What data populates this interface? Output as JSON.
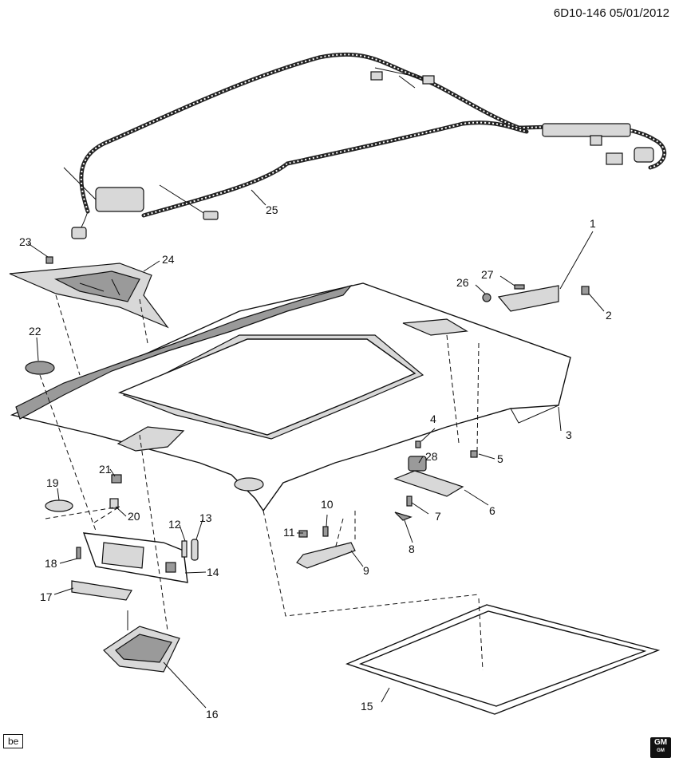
{
  "header": {
    "ref": "6D10-146  05/01/2012"
  },
  "footer": {
    "be_label": "be",
    "logo_line1": "GM",
    "logo_line2": "GM"
  },
  "callouts": [
    {
      "id": "c1",
      "text": "1"
    },
    {
      "id": "c2",
      "text": "2"
    },
    {
      "id": "c3",
      "text": "3"
    },
    {
      "id": "c4",
      "text": "4"
    },
    {
      "id": "c5",
      "text": "5"
    },
    {
      "id": "c6",
      "text": "6"
    },
    {
      "id": "c7",
      "text": "7"
    },
    {
      "id": "c8",
      "text": "8"
    },
    {
      "id": "c9",
      "text": "9"
    },
    {
      "id": "c10",
      "text": "10"
    },
    {
      "id": "c11",
      "text": "11"
    },
    {
      "id": "c12",
      "text": "12"
    },
    {
      "id": "c13",
      "text": "13"
    },
    {
      "id": "c14",
      "text": "14"
    },
    {
      "id": "c15",
      "text": "15"
    },
    {
      "id": "c16",
      "text": "16"
    },
    {
      "id": "c17",
      "text": "17"
    },
    {
      "id": "c18",
      "text": "18"
    },
    {
      "id": "c19",
      "text": "19"
    },
    {
      "id": "c20",
      "text": "20"
    },
    {
      "id": "c21",
      "text": "21"
    },
    {
      "id": "c22",
      "text": "22"
    },
    {
      "id": "c23",
      "text": "23"
    },
    {
      "id": "c24",
      "text": "24"
    },
    {
      "id": "c25",
      "text": "25"
    },
    {
      "id": "c26",
      "text": "26"
    },
    {
      "id": "c27",
      "text": "27"
    },
    {
      "id": "c28",
      "text": "28"
    }
  ]
}
